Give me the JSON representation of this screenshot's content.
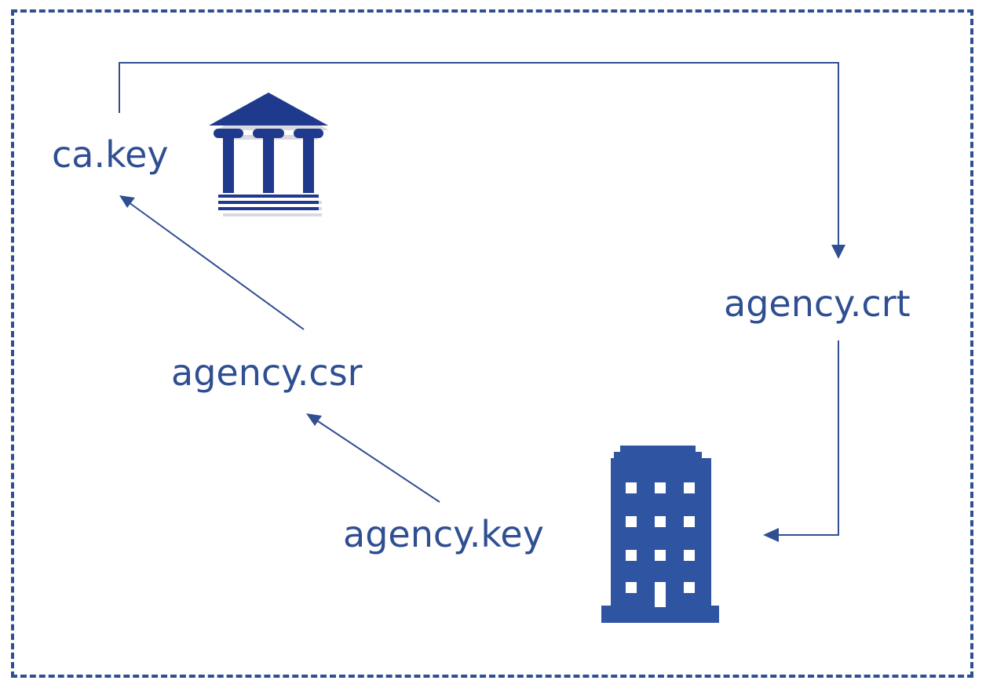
{
  "diagram": {
    "nodes": {
      "ca_key": "ca.key",
      "agency_crt": "agency.crt",
      "agency_csr": "agency.csr",
      "agency_key": "agency.key"
    },
    "icons": {
      "certificate_authority": "institution-icon",
      "agency": "office-building-icon"
    },
    "flows": [
      {
        "from": "agency.key",
        "to": "agency.csr"
      },
      {
        "from": "agency.csr",
        "to": "ca.key"
      },
      {
        "from": "ca.key",
        "to": "agency.crt"
      },
      {
        "from": "agency.crt",
        "to": "office-building-icon"
      }
    ],
    "colors": {
      "primary": "#2f4f92",
      "background": "#ffffff"
    }
  }
}
